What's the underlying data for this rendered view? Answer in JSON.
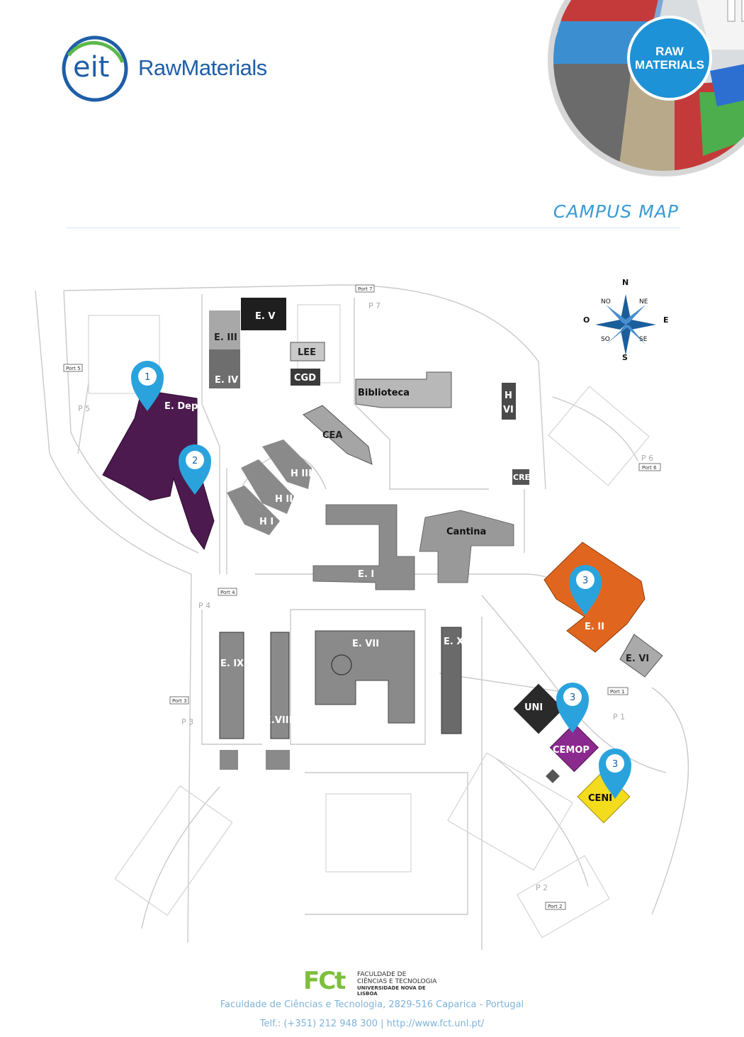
{
  "header": {
    "logo_eit": "eit",
    "logo_text": "RawMaterials",
    "badge_line1": "RAW",
    "badge_line2": "MATERIALS",
    "page_title": "CAMPUS MAP"
  },
  "colors": {
    "brand_blue": "#1f5ea8",
    "accent_blue": "#3a9bd5",
    "marker_blue": "#2aa3dd",
    "dep_purple": "#4c1a4e",
    "eii_orange": "#e0661f",
    "cemop_purple": "#8b2a8e",
    "ceni_yellow": "#f3dc1e",
    "building_gray": "#8c8c8c"
  },
  "map": {
    "compass": {
      "n": "N",
      "s": "S",
      "e": "E",
      "o": "O",
      "no": "NO",
      "ne": "NE",
      "so": "SO",
      "se": "SE"
    },
    "buildings": {
      "ev": "E. V",
      "eiii": "E. III",
      "eiv": "E. IV",
      "lee": "LEE",
      "cgd": "CGD",
      "biblioteca": "Biblioteca",
      "hvi_1": "H",
      "hvi_2": "VI",
      "cea": "CEA",
      "cre": "CRE",
      "edep": "E. Dep",
      "hiii": "H III",
      "hii": "H II",
      "hi": "H I",
      "cantina": "Cantina",
      "ei": "E. I",
      "eii": "E. II",
      "evi": "E. VI",
      "evii": "E. VII",
      "ex": "E. X",
      "eix": "E. IX",
      "eviii": "E.VIII",
      "uni": "UNI",
      "cemop": "CEMOP",
      "ceni": "CENI"
    },
    "gates": {
      "port7": "Port 7",
      "port5": "Port 5",
      "port6": "Port 6",
      "port4": "Port 4",
      "port3": "Port 3",
      "port1": "Port 1",
      "port2": "Port 2"
    },
    "parking": {
      "p7": "P 7",
      "p5": "P 5",
      "p6": "P 6",
      "p4": "P 4",
      "p3": "P 3",
      "p1": "P 1",
      "p2": "P 2"
    },
    "markers": {
      "m1": "1",
      "m2": "2",
      "m3a": "3",
      "m3b": "3",
      "m3c": "3"
    }
  },
  "footer": {
    "fct_letters": "FCt",
    "fct_line1": "FACULDADE DE",
    "fct_line2": "CIÊNCIAS E TECNOLOGIA",
    "fct_line3": "UNIVERSIDADE NOVA DE LISBOA",
    "address": "Faculdade de Ciências e Tecnologia, 2829-516 Caparica - Portugal",
    "contact": "Telf.: (+351) 212 948 300 | http://www.fct.unl.pt/"
  }
}
